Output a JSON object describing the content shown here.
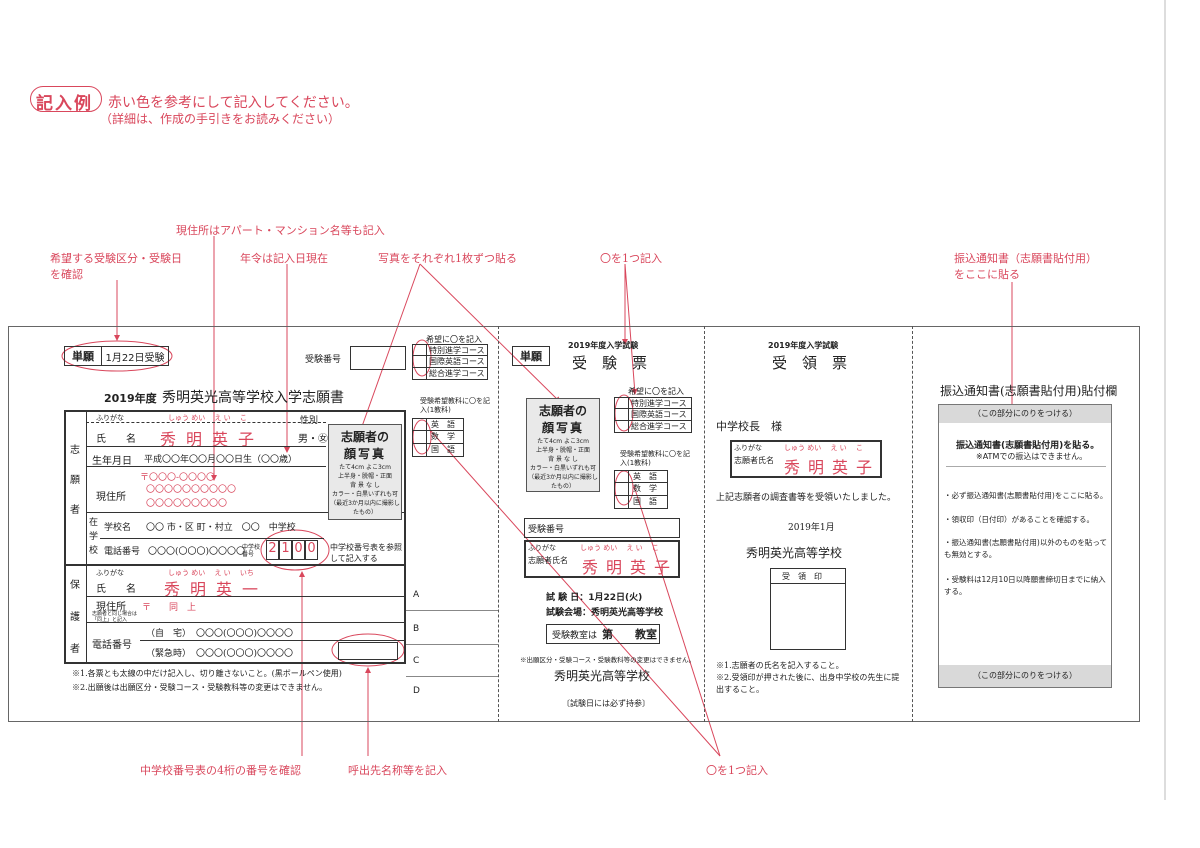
{
  "header": {
    "badge": "記入例",
    "line1": "赤い色を参考にして記入してください。",
    "line2": "（詳細は、作成の手引きをお読みください）"
  },
  "annotations": {
    "select_exam": "希望する受験区分・受験日",
    "select_exam2": "を確認",
    "address_note": "現住所はアパート・マンション名等も記入",
    "age_note": "年令は記入日現在",
    "photo_note": "写真をそれぞれ1枚ずつ貼る",
    "circle_note": "〇を1つ記入",
    "transfer_note": "振込通知書（志願書貼付用）",
    "transfer_note2": "をここに貼る",
    "school_code_note": "中学校番号表の4桁の番号を確認",
    "contact_note": "呼出先名称等を記入",
    "circle_note_bottom": "〇を1つ記入"
  },
  "application": {
    "exam_type": "単願",
    "exam_date": "1月22日受験",
    "exam_no_label": "受験番号",
    "year": "2019年度",
    "title": "秀明英光高等学校入学志願書",
    "furigana_label": "ふりがな",
    "furigana": "しゅう めい　 え い 　こ",
    "gender_label": "性別",
    "name_label": "氏　　名",
    "name": "秀明英子",
    "gender": "男・㊛",
    "dob_label": "生年月日",
    "dob": "平成〇〇年〇〇月〇〇日生（〇〇歳）",
    "address_label": "現住所",
    "postal": "〒〇〇〇-〇〇〇〇",
    "address_line1": "〇〇〇〇〇〇〇〇〇〇",
    "address_line2": "〇〇〇〇〇〇〇〇〇",
    "school_label": "学校名",
    "school_value": "〇〇 市・区 町・村立　〇〇　中学校",
    "school_tel_label": "電話番号",
    "school_tel": "〇〇〇(〇〇〇)〇〇〇〇",
    "school_code_label": "中学校番号",
    "school_code": [
      "2",
      "1",
      "0",
      "0"
    ],
    "school_code_note": "中学校番号表を参照して記入する",
    "applicant_side": [
      "志",
      "願",
      "者"
    ],
    "school_side": [
      "在",
      "学",
      "校"
    ],
    "guardian_side": [
      "保",
      "護",
      "者"
    ],
    "guardian_furigana": "しゅう めい　 え い 　いち",
    "guardian_name": "秀明英一",
    "guardian_addr_label": "現住所",
    "guardian_addr_sub": "志願者と同じ場合は「同上」と記入",
    "guardian_addr": "〒　　同　上",
    "guardian_tel_label": "電話番号",
    "home_label": "（自　宅）",
    "home_tel": "〇〇〇(〇〇〇)〇〇〇〇",
    "emergency_label": "（緊急時）",
    "emergency_tel": "〇〇〇(〇〇〇)〇〇〇〇",
    "note1": "※1.各票とも太線の中だけ記入し、切り離さないこと。(黒ボールペン使用)",
    "note2": "※2.出願後は出願区分・受験コース・受験教科等の変更はできません。",
    "side_letters": [
      "A",
      "B",
      "C",
      "D"
    ],
    "course_header": "希望に〇を記入",
    "courses": [
      "特別進学コース",
      "国際英語コース",
      "総合進学コース"
    ],
    "subject_header": "受験希望教科に〇を記入(1教科)",
    "subjects": [
      "英　語",
      "数　学",
      "国　語"
    ],
    "photo": {
      "title1": "志願者の",
      "title2": "顔写真",
      "size": "たて4cm よこ3cm",
      "l1": "上半身・脱帽・正面",
      "l2": "背 景 な し",
      "l3": "カラー・白黒いずれも可",
      "l4": "（最近3か月以内に撮影したもの）"
    }
  },
  "ticket": {
    "type": "単願",
    "year": "2019年度入学試験",
    "title": "受　験　票",
    "exam_no_label": "受験番号",
    "name_label": "志願者氏名",
    "furigana": "しゅう めい　 え い 　こ",
    "name": "秀明英子",
    "date": "試 験 日：1月22日(火)",
    "venue": "試験会場：秀明英光高等学校",
    "room_label": "受験教室は",
    "room": "第　　教室",
    "note": "※出願区分・受験コース・受験教科等の変更はできません。",
    "school": "秀明英光高等学校",
    "bring": "〔試験日には必ず持参〕"
  },
  "receipt": {
    "year": "2019年度入学試験",
    "title": "受　領　票",
    "to": "中学校長　様",
    "name_label": "志願者氏名",
    "furigana": "しゅう めい　 え い 　こ",
    "name": "秀明英子",
    "text": "上記志願者の調査書等を受領いたしました。",
    "date": "2019年1月",
    "school": "秀明英光高等学校",
    "stamp_label": "受　領　印",
    "note1": "※1.志願者の氏名を記入すること。",
    "note2": "※2.受領印が押された後に、出身中学校の先生に提出すること。"
  },
  "transfer": {
    "title": "振込通知書(志願書貼付用)貼付欄",
    "glue_top": "（この部分にのりをつける）",
    "glue_bottom": "（この部分にのりをつける）",
    "head": "振込通知書(志願書貼付用)を貼る。",
    "atm": "※ATMでの振込はできません。",
    "b1": "・必ず振込通知書(志願書貼付用)をここに貼る。",
    "b2": "・領収印（日付印）があることを確認する。",
    "b3": "・振込通知書(志願書貼付用)以外のものを貼っても無効とする。",
    "b4": "・受験料は12月10日以降願書締切日までに納入する。"
  }
}
